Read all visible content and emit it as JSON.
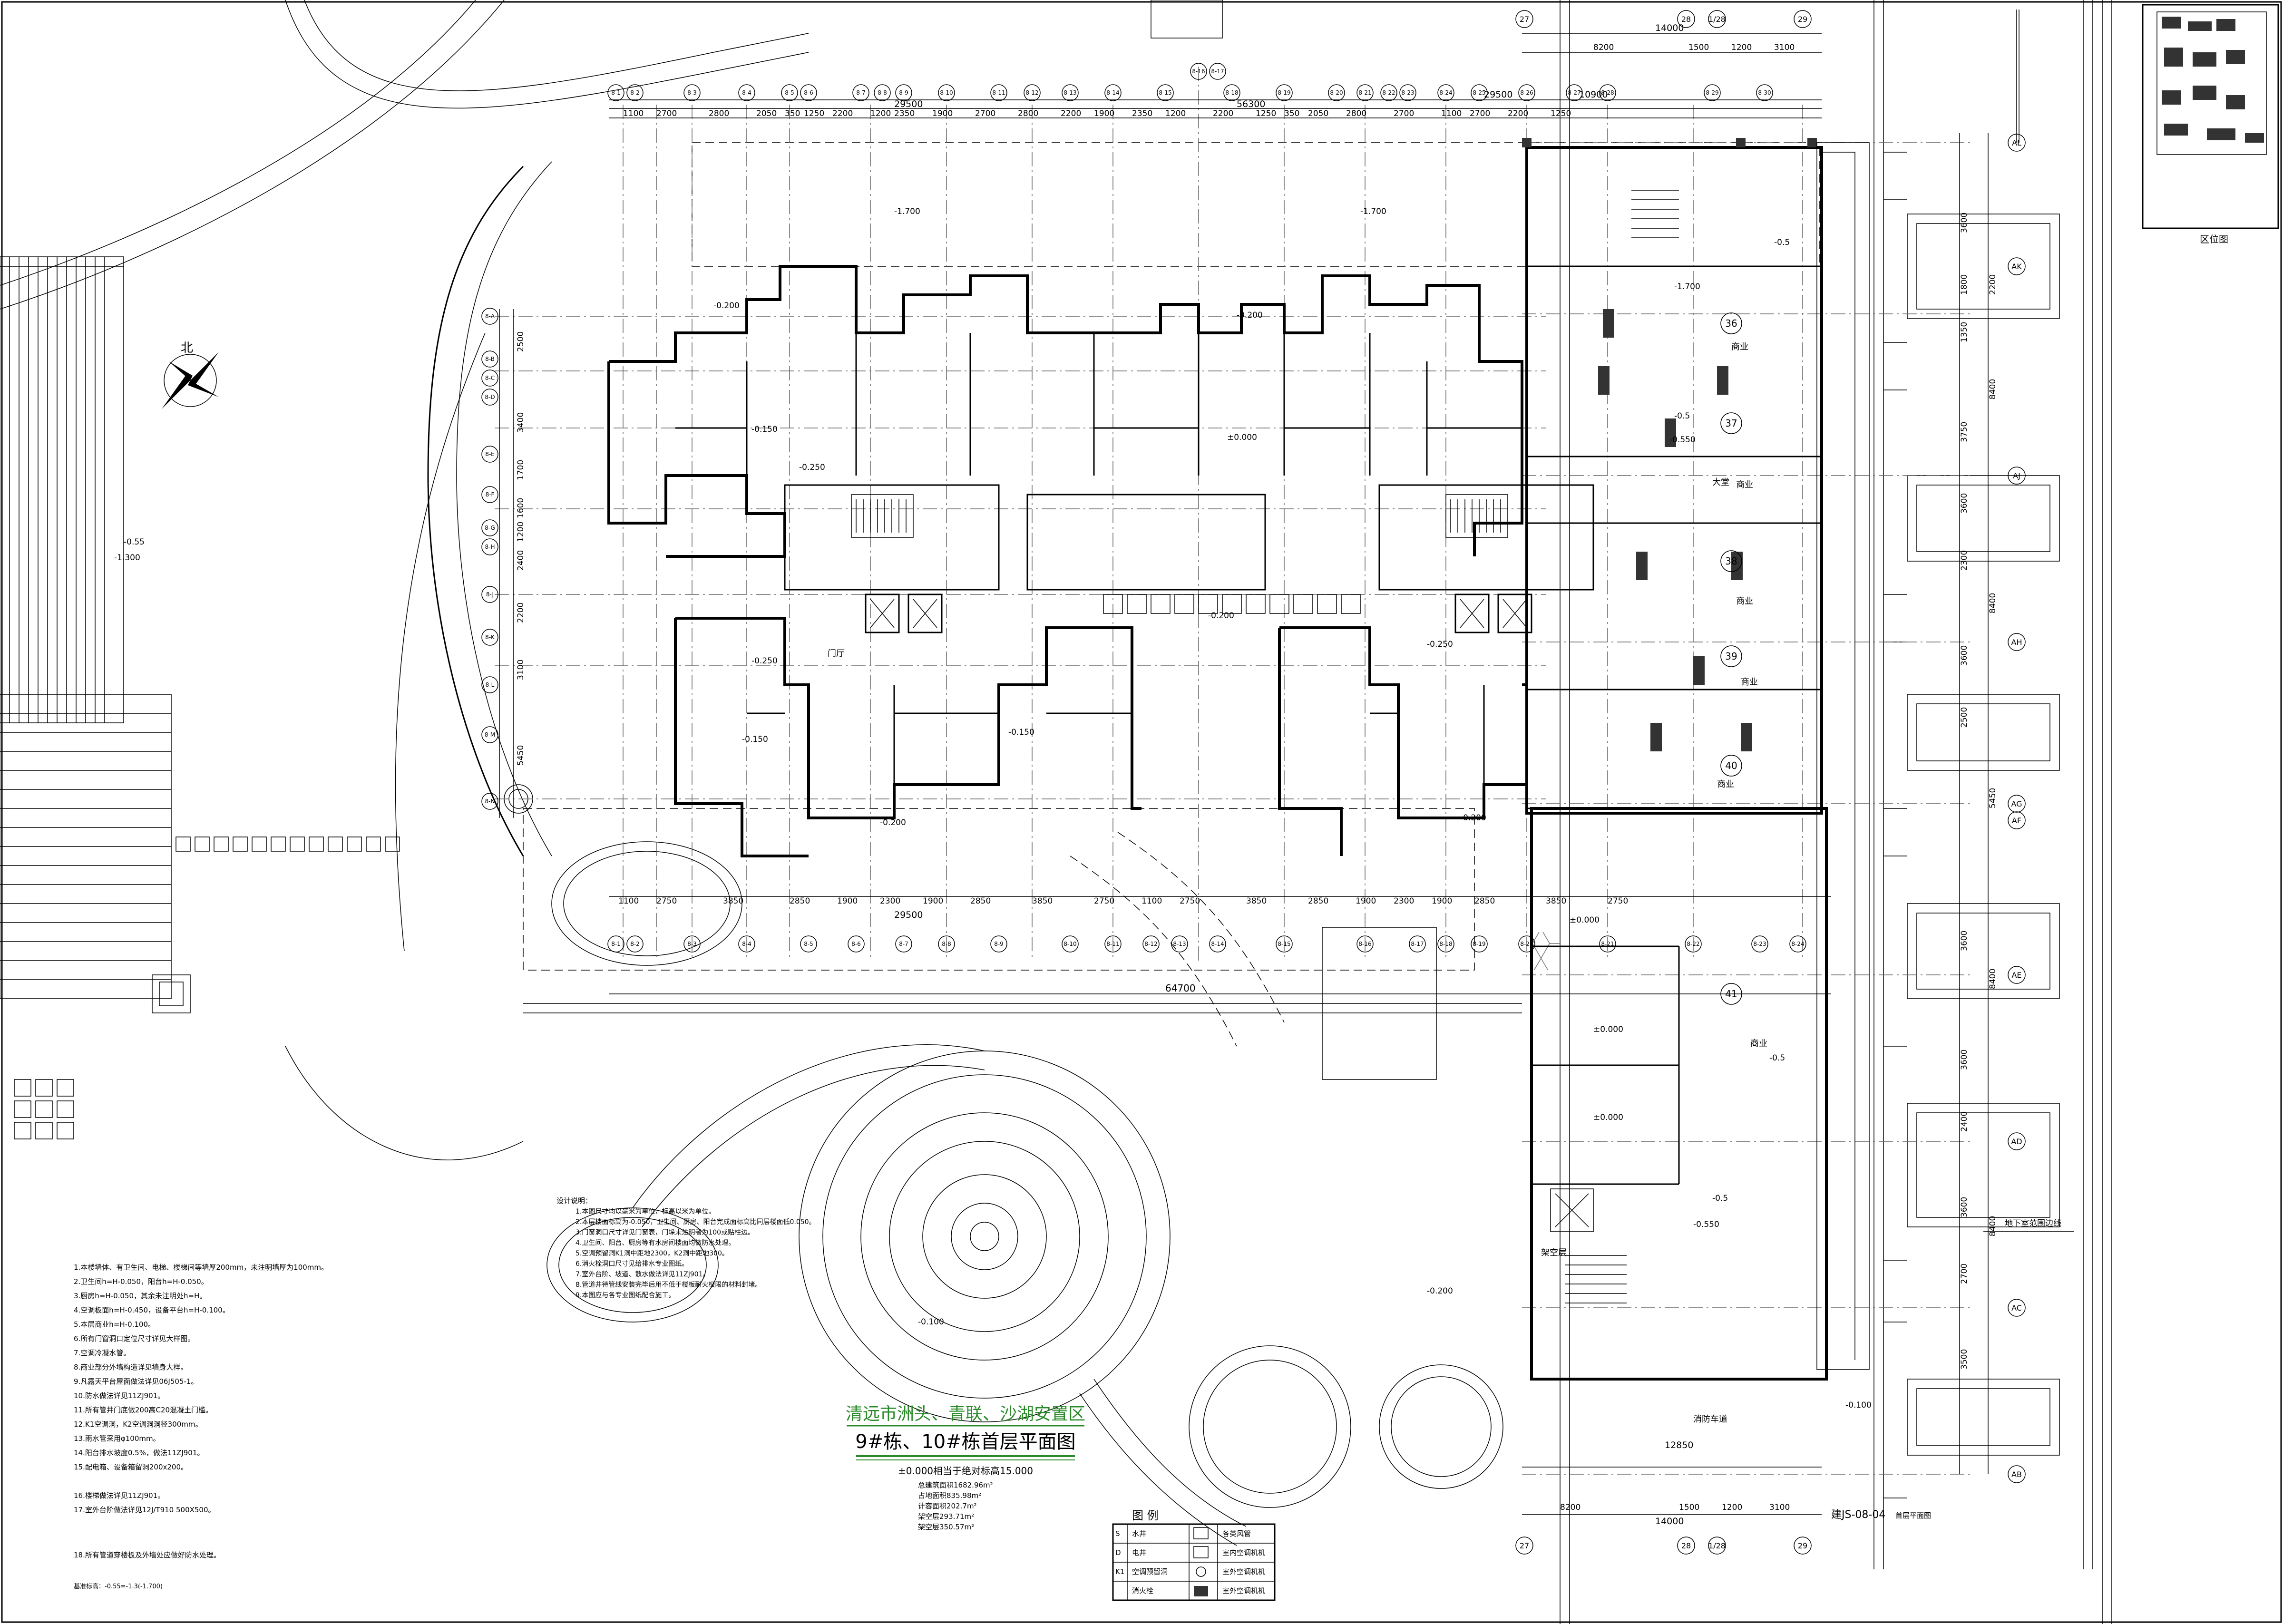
{
  "title": {
    "project": "清远市洲头、青联、沙湖安置区",
    "sheet": "9#栋、10#栋首层平面图",
    "elevation_note": "±0.000相当于绝对标高15.000",
    "areas": [
      "总建筑面积1682.96m²",
      "占地面积835.98m²",
      "计容面积202.7m²",
      "架空层293.71m²",
      "架空层350.57m²"
    ]
  },
  "drawing_number": "建JS-08-04",
  "drawing_number_suffix": "首层平面图",
  "north_label": "北",
  "key_plan_label": "区位图",
  "basement_label": "地下室范围边线",
  "legend": {
    "title": "图 例",
    "items": [
      {
        "code": "S",
        "name": "水井",
        "sym2": "各类风管"
      },
      {
        "code": "D",
        "name": "电井",
        "sym2": "室内空调机机"
      },
      {
        "code": "K1",
        "name": "空调预留洞",
        "sym2": "室外空调机机"
      },
      {
        "code": "",
        "name": "消火栓",
        "sym2": "室外空调机机"
      }
    ]
  },
  "top_axes": [
    "8-1",
    "8-2",
    "8-3",
    "8-4",
    "8-5",
    "8-6",
    "8-7",
    "8-8",
    "8-9",
    "8-10",
    "8-11",
    "8-12",
    "8-13",
    "8-14",
    "8-15",
    "8-16",
    "8-17",
    "8-18",
    "8-19",
    "8-20",
    "8-21",
    "8-22",
    "8-23",
    "8-24",
    "8-25",
    "8-26",
    "8-27",
    "8-28",
    "8-29",
    "8-30"
  ],
  "bottom_axes": [
    "8-1",
    "8-2",
    "8-3",
    "8-4",
    "8-5",
    "8-6",
    "8-7",
    "8-8",
    "8-9",
    "8-10",
    "8-11",
    "8-12",
    "8-13",
    "8-14",
    "8-15",
    "8-16",
    "8-17",
    "8-18",
    "8-19",
    "8-20",
    "8-21",
    "8-22",
    "8-23",
    "8-24"
  ],
  "left_axes": [
    "8-A",
    "8-B",
    "8-C",
    "8-D",
    "8-E",
    "8-F",
    "8-G",
    "8-H",
    "8-J",
    "8-K",
    "8-L",
    "8-M",
    "8-N"
  ],
  "right_axes": [
    "AL",
    "AK",
    "AJ",
    "AH",
    "AG",
    "AF",
    "AE",
    "AD",
    "AC",
    "AB"
  ],
  "right_top_axes": [
    "27",
    "28",
    "1/28",
    "29"
  ],
  "top_dims": [
    "1100",
    "2700",
    "2800",
    "2050",
    "350",
    "1250",
    "2200",
    "1200",
    "2350",
    "1900",
    "2700",
    "2800",
    "2200",
    "1900",
    "2350",
    "1200",
    "2200",
    "1250",
    "350",
    "2050",
    "2800",
    "2700",
    "1100",
    "2700",
    "2200",
    "1250"
  ],
  "top_totals": [
    "29500",
    "56300",
    "29500",
    "10900",
    "14000"
  ],
  "right_top_dims": [
    "8200",
    "1500",
    "1200",
    "3100"
  ],
  "bottom_dims": [
    "1100",
    "2750",
    "3850",
    "2850",
    "1900",
    "2300",
    "1900",
    "2850",
    "3850",
    "2750",
    "1100",
    "2750",
    "3850",
    "2850",
    "1900",
    "2300",
    "1900",
    "2850",
    "3850",
    "2750"
  ],
  "bottom_totals": [
    "29500",
    "64700",
    "12850"
  ],
  "bottom_right_dims": [
    "8200",
    "1500",
    "1200",
    "3100",
    "14000"
  ],
  "right_side_dims": [
    "3600",
    "2200",
    "1800",
    "1350",
    "8400",
    "3750",
    "3600",
    "2300",
    "8400",
    "3600",
    "2500",
    "5450",
    "8400",
    "3600",
    "3600",
    "2400",
    "3600",
    "2700",
    "8400",
    "3500"
  ],
  "left_side_dims": [
    "2500",
    "3400",
    "1700",
    "1600",
    "1200",
    "2400",
    "2200",
    "3100",
    "5450"
  ],
  "room_labels": [
    "商业",
    "商业",
    "商业",
    "商业",
    "商业",
    "商业",
    "大堂",
    "门厅",
    "消防车道",
    "架空层"
  ],
  "room_numbers": [
    "36",
    "37",
    "38",
    "39",
    "40",
    "41"
  ],
  "elevations": [
    "-0.200",
    "-1.700",
    "-0.550",
    "-0.150",
    "±0.000",
    "-0.250",
    "-0.5",
    "-1.300",
    "-0.55",
    "-0.100",
    "-0.250"
  ],
  "notes_title": "设计说明：",
  "notes": [
    "1.本图尺寸均以毫米为单位，标高以米为单位。",
    "2.本层楼面标高为-0.050，卫生间、厨房、阳台完成面标高比同层楼面低0.050。",
    "3.门窗洞口尺寸详见门窗表，门垛未注明者为100或贴柱边。",
    "4.卫生间、阳台、厨房等有水房间楼面均做防水处理。",
    "5.空调预留洞K1洞中距地2300，K2洞中距地300。",
    "6.消火栓洞口尺寸见给排水专业图纸。",
    "7.室外台阶、坡道、散水做法详见11ZJ901。",
    "8.管道井待管线安装完毕后用不低于楼板耐火极限的材料封堵。",
    "9.本图应与各专业图纸配合施工。"
  ],
  "left_notes": [
    "1.本楼墙体、有卫生间、电梯、楼梯间等墙厚200mm，未注明墙厚为100mm。",
    "2.卫生间h=H-0.050，阳台h=H-0.050。",
    "3.厨房h=H-0.050，其余未注明处h=H。",
    "4.空调板面h=H-0.450，设备平台h=H-0.100。",
    "5.本层商业h=H-0.100。",
    "6.所有门窗洞口定位尺寸详见大样图。",
    "7.空调冷凝水管。",
    "8.商业部分外墙构造详见墙身大样。",
    "9.凡露天平台屋面做法详见06J505-1。",
    "10.防水做法详见11ZJ901。",
    "11.所有管井门底做200高C20混凝土门槛。",
    "12.K1空调洞，K2空调洞洞径300mm。",
    "13.雨水管采用φ100mm。",
    "14.阳台排水坡度0.5%，做法11ZJ901。",
    "15.配电箱、设备箱留洞200x200。",
    "16.楼梯做法详见11ZJ901。",
    "17.室外台阶做法详见12J/T910 500X500。",
    "18.所有管道穿楼板及外墙处应做好防水处理。"
  ],
  "scale_note": "基准标高：-0.55=-1.3(-1.700)"
}
